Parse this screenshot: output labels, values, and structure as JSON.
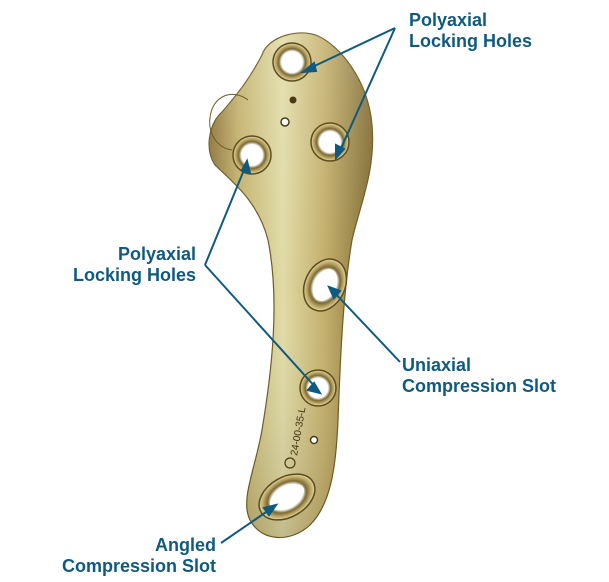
{
  "labels": {
    "polyaxial_top": {
      "line1": "Polyaxial",
      "line2": "Locking Holes"
    },
    "polyaxial_left": {
      "line1": "Polyaxial",
      "line2": "Locking Holes"
    },
    "uniaxial": {
      "line1": "Uniaxial",
      "line2": "Compression Slot"
    },
    "angled": {
      "line1": "Angled",
      "line2": "Compression Slot"
    }
  },
  "plate_marking": "24-00-35-L",
  "colors": {
    "label_text": "#0f5a80",
    "leader_line": "#0f5a80",
    "plate_gold_light": "#ddd7a0",
    "plate_gold_mid": "#bca861",
    "plate_gold_dark": "#8a7236"
  }
}
